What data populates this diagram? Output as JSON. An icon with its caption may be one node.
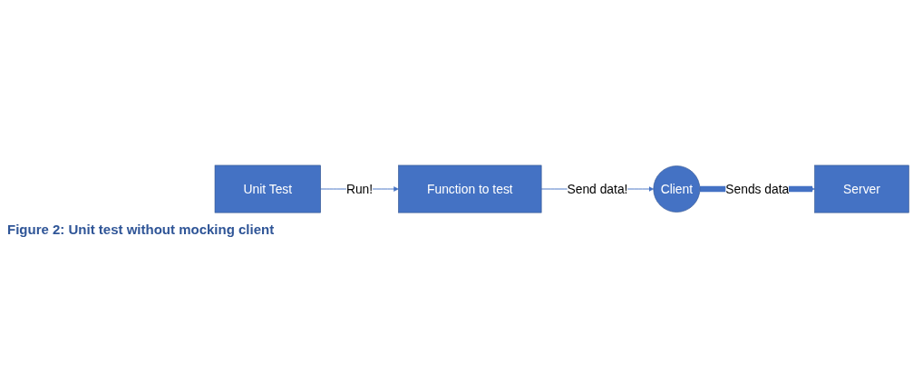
{
  "diagram": {
    "caption": "Figure 2: Unit test without mocking client",
    "nodes": [
      {
        "text": [
          "Unit Test"
        ]
      },
      {
        "text": [
          "Function to test"
        ]
      },
      {
        "text": [
          "Client"
        ]
      },
      {
        "text": [
          "Server"
        ]
      }
    ],
    "edges": [
      {
        "from": 0,
        "to": 1,
        "arrow": "to",
        "label": "Run!"
      },
      {
        "from": 1,
        "to": 2,
        "arrow": "to",
        "label": "Send data!"
      },
      {
        "from": 2,
        "to": 3,
        "arrow": "to",
        "label": "Sends data",
        "style": "thick"
      }
    ]
  }
}
